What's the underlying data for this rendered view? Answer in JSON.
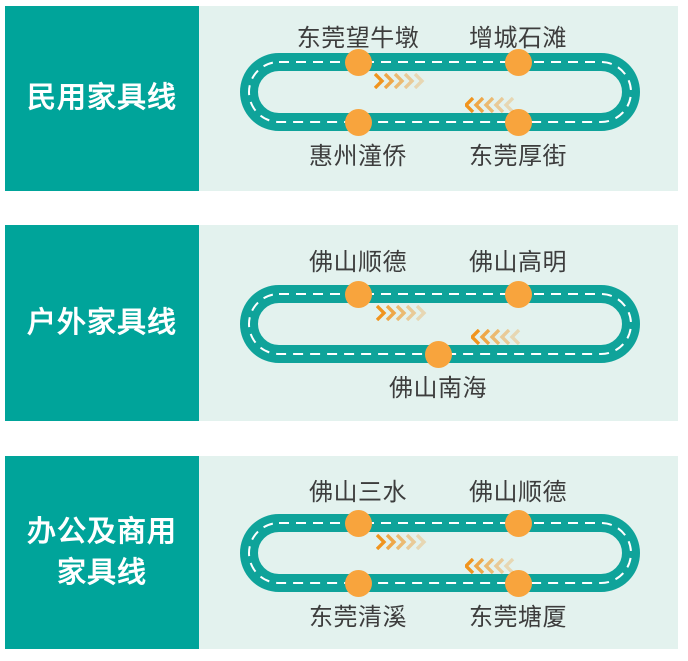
{
  "colors": {
    "teal": "#00a49a",
    "road": "#0fa39a",
    "mint": "#e3f2ee",
    "dot": "#f8a43d",
    "chevron": "#f0941e",
    "text": "#3d3d3d"
  },
  "lines": [
    {
      "name": "民用家具线",
      "top_stations": [
        "东莞望牛墩",
        "增城石滩"
      ],
      "bottom_stations": [
        "惠州潼侨",
        "东莞厚街"
      ],
      "top_direction": "right",
      "bottom_direction": "left"
    },
    {
      "name": "户外家具线",
      "top_stations": [
        "佛山顺德",
        "佛山高明"
      ],
      "bottom_stations": [
        "佛山南海"
      ],
      "top_direction": "right",
      "bottom_direction": "left"
    },
    {
      "name": "办公及商用\n家具线",
      "top_stations": [
        "佛山三水",
        "佛山顺德"
      ],
      "bottom_stations": [
        "东莞清溪",
        "东莞塘厦"
      ],
      "top_direction": "right",
      "bottom_direction": "left"
    }
  ]
}
